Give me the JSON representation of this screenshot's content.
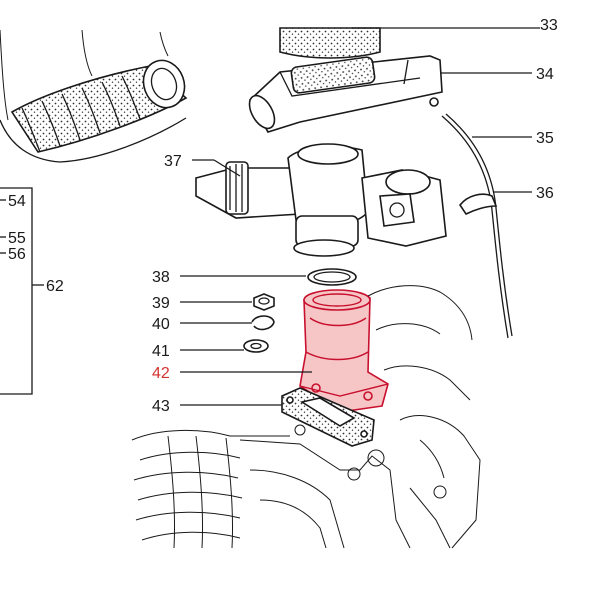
{
  "callouts": {
    "c33": "33",
    "c34": "34",
    "c35": "35",
    "c36": "36",
    "c37": "37",
    "c38": "38",
    "c39": "39",
    "c40": "40",
    "c41": "41",
    "c42": "42",
    "c43": "43",
    "c54": "54",
    "c55": "55",
    "c56": "56",
    "c62": "62"
  },
  "highlighted_part": "42",
  "colors": {
    "highlight_stroke": "#c8102e",
    "highlight_fill": "#f6c6c6",
    "highlight_label": "#d2332e",
    "line": "#1a1a1a"
  }
}
